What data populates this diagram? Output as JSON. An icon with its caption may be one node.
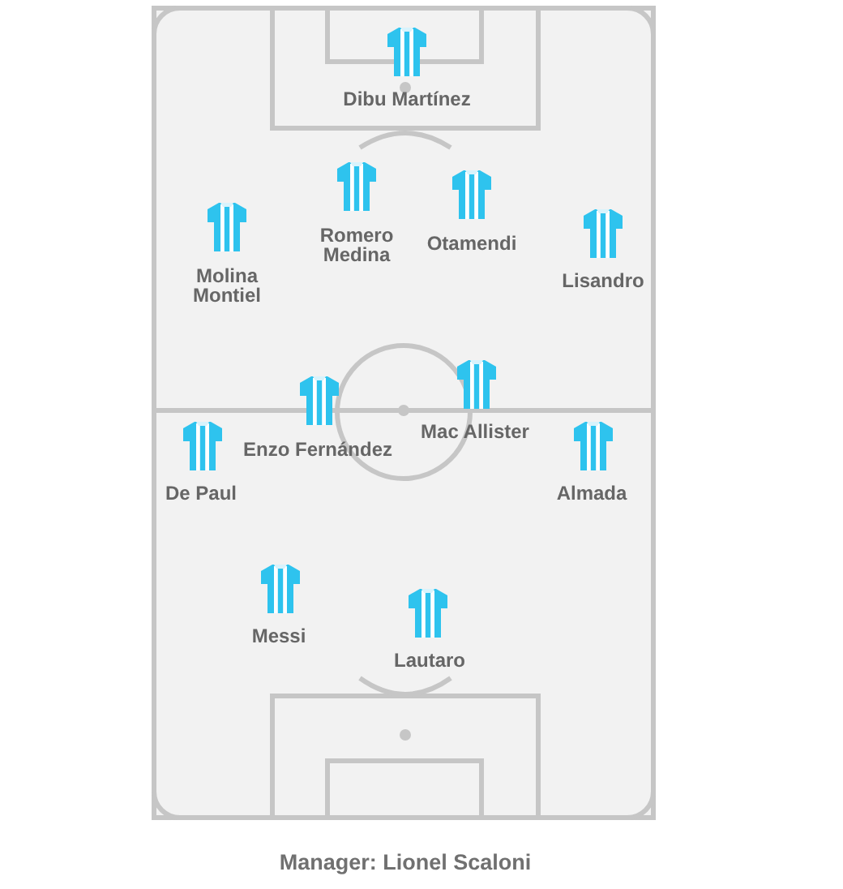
{
  "diagram": {
    "caption": "Manager: Lionel Scaloni",
    "labels": [
      "Dibu Martínez",
      "Molina Montiel",
      "Romero Medina",
      "Otamendi",
      "Lisandro",
      "De Paul",
      "Enzo Fernández",
      "Mac Allister",
      "Almada",
      "Messi",
      "Lautaro"
    ]
  }
}
